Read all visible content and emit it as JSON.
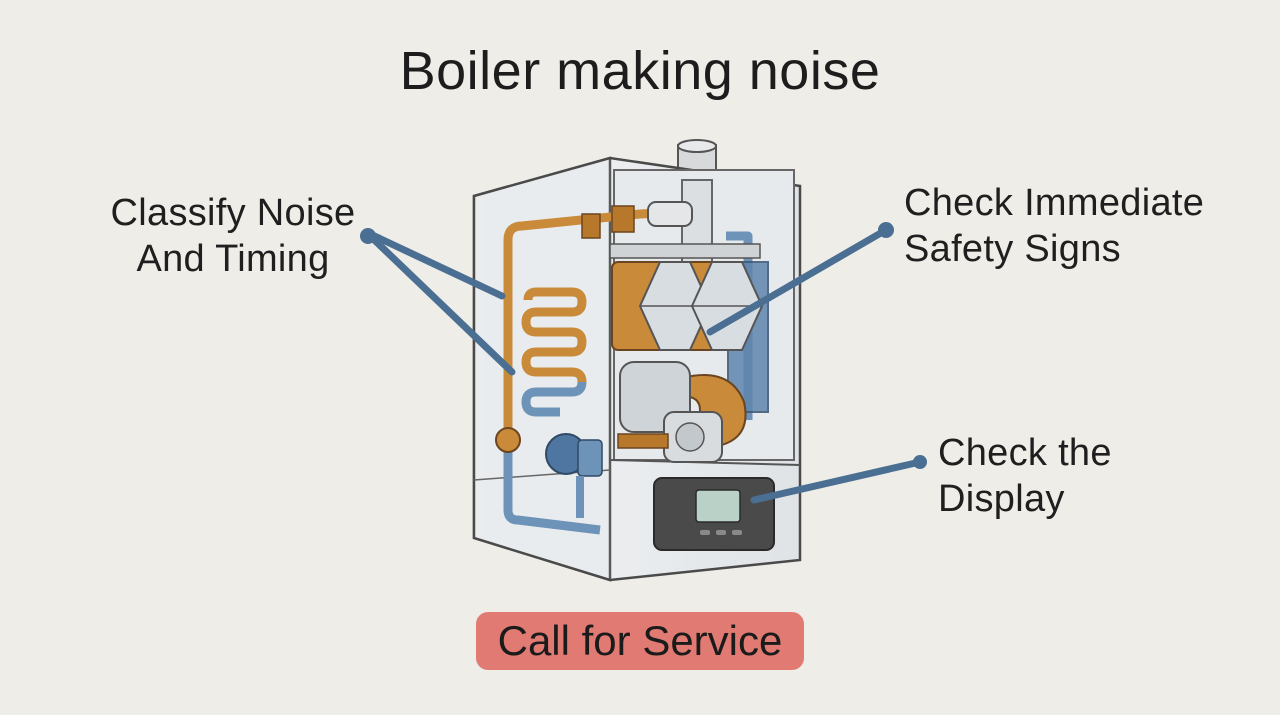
{
  "title": "Boiler making noise",
  "callouts": {
    "classify": [
      "Classify Noise",
      "And Timing"
    ],
    "safety": [
      "Check Immediate",
      "Safety Signs"
    ],
    "display": [
      "Check the",
      "Display"
    ]
  },
  "service_button": "Call for Service",
  "colors": {
    "background": "#efede8",
    "pointer": "#4a6f92",
    "copper": "#c98a3a",
    "water_pipe": "#6d93b8",
    "button": "#e07a72"
  }
}
